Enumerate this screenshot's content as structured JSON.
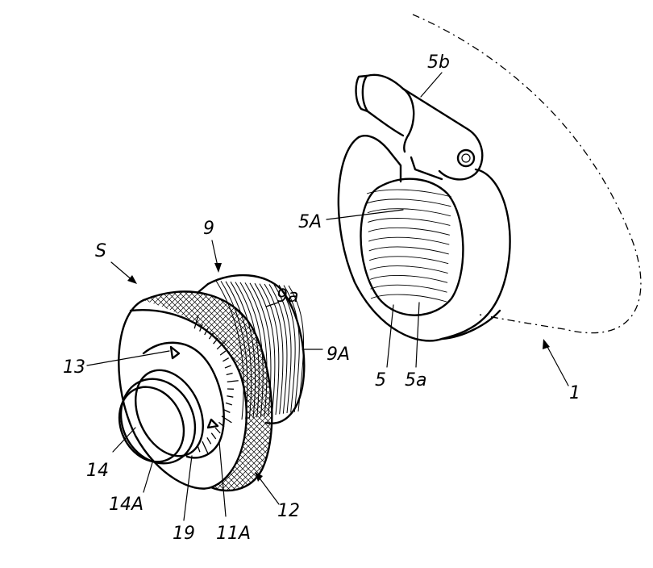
{
  "labels": {
    "s_left": "S",
    "n9": "9",
    "n9a": "9a",
    "n9A": "9A",
    "n13": "13",
    "n14": "14",
    "n14A": "14A",
    "n19": "19",
    "n11A": "11A",
    "n12": "12",
    "n5b": "5b",
    "n5A": "5A",
    "n5": "5",
    "n5a": "5a",
    "n1": "1"
  }
}
